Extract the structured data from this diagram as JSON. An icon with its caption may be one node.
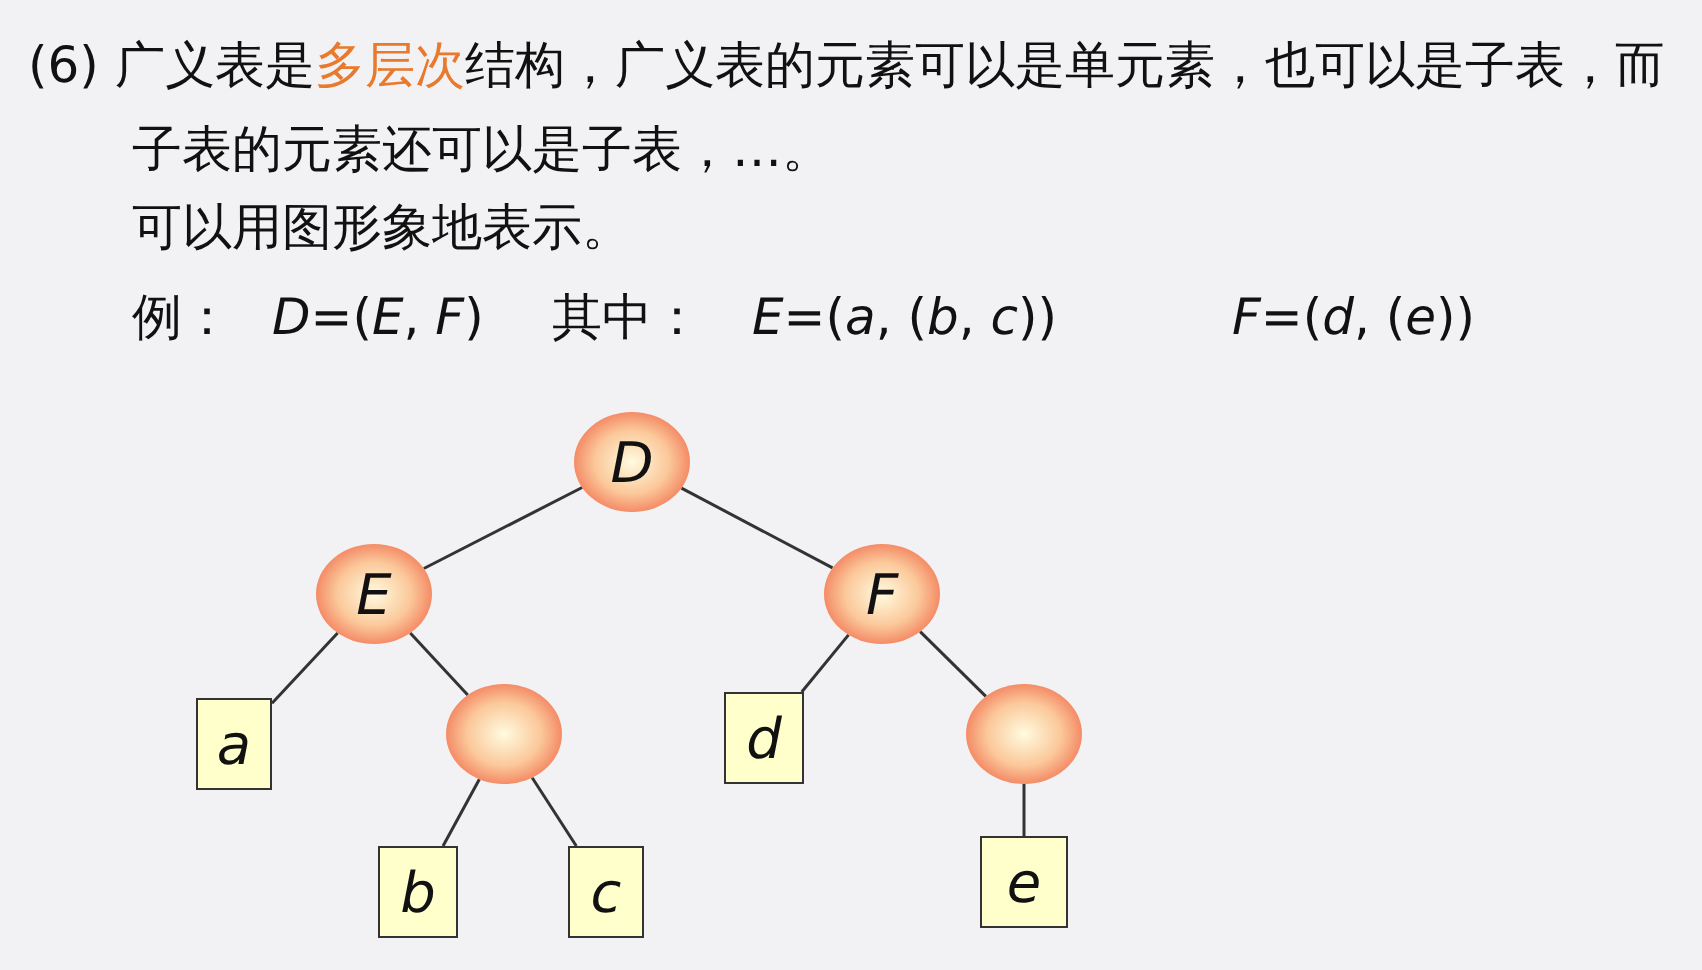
{
  "diagram": {
    "nodes": [
      {
        "text": [
          "D"
        ]
      },
      {
        "text": [
          "E"
        ]
      },
      {
        "text": [
          "F"
        ]
      },
      {
        "text": [
          "a"
        ]
      },
      {
        "text": [],
        "shape": "circle"
      },
      {
        "text": [
          "b"
        ]
      },
      {
        "text": [
          "c"
        ]
      },
      {
        "text": [
          "d"
        ]
      },
      {
        "text": [],
        "shape": "circle"
      },
      {
        "text": [
          "e"
        ]
      }
    ],
    "edges": [
      {
        "from": 0,
        "to": 1,
        "arrow": "none"
      },
      {
        "from": 0,
        "to": 2,
        "arrow": "none"
      },
      {
        "from": 1,
        "to": 3,
        "arrow": "none"
      },
      {
        "from": 1,
        "to": 4,
        "arrow": "none"
      },
      {
        "from": 4,
        "to": 5,
        "arrow": "none"
      },
      {
        "from": 4,
        "to": 6,
        "arrow": "none"
      },
      {
        "from": 2,
        "to": 7,
        "arrow": "none"
      },
      {
        "from": 2,
        "to": 8,
        "arrow": "none"
      },
      {
        "from": 8,
        "to": 9,
        "arrow": "none"
      }
    ],
    "labels": [
      "(6) 广义表是**多层次**结构，广义表的元素可以是单元素，也可以是子表，而子表的元素还可以是子表，…。",
      "可以用图形象地表示。",
      "例：",
      "*D*=(*E*, *F*)",
      "其中：",
      "*E*=(*a*, (*b*, *c*))",
      "*F*=(*d*, (*e*))"
    ]
  }
}
